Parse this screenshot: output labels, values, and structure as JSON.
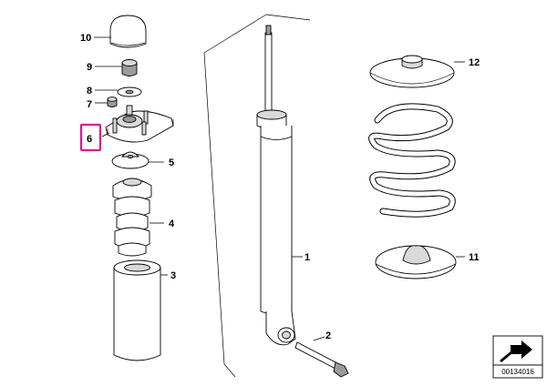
{
  "parts": [
    {
      "number": "1",
      "name": "shock-absorber"
    },
    {
      "number": "2",
      "name": "hex-bolt"
    },
    {
      "number": "3",
      "name": "protection-tube"
    },
    {
      "number": "4",
      "name": "additional-damper"
    },
    {
      "number": "5",
      "name": "upper-spring-pad-disc"
    },
    {
      "number": "6",
      "name": "support-bearing"
    },
    {
      "number": "7",
      "name": "hex-nut"
    },
    {
      "number": "8",
      "name": "washer"
    },
    {
      "number": "9",
      "name": "self-locking-nut"
    },
    {
      "number": "10",
      "name": "cover-cap"
    },
    {
      "number": "11",
      "name": "lower-spring-pad"
    },
    {
      "number": "12",
      "name": "upper-spring-pad"
    }
  ],
  "highlighted_part": "6",
  "highlight_color": "#e0148c",
  "diagram_code": "00134016"
}
